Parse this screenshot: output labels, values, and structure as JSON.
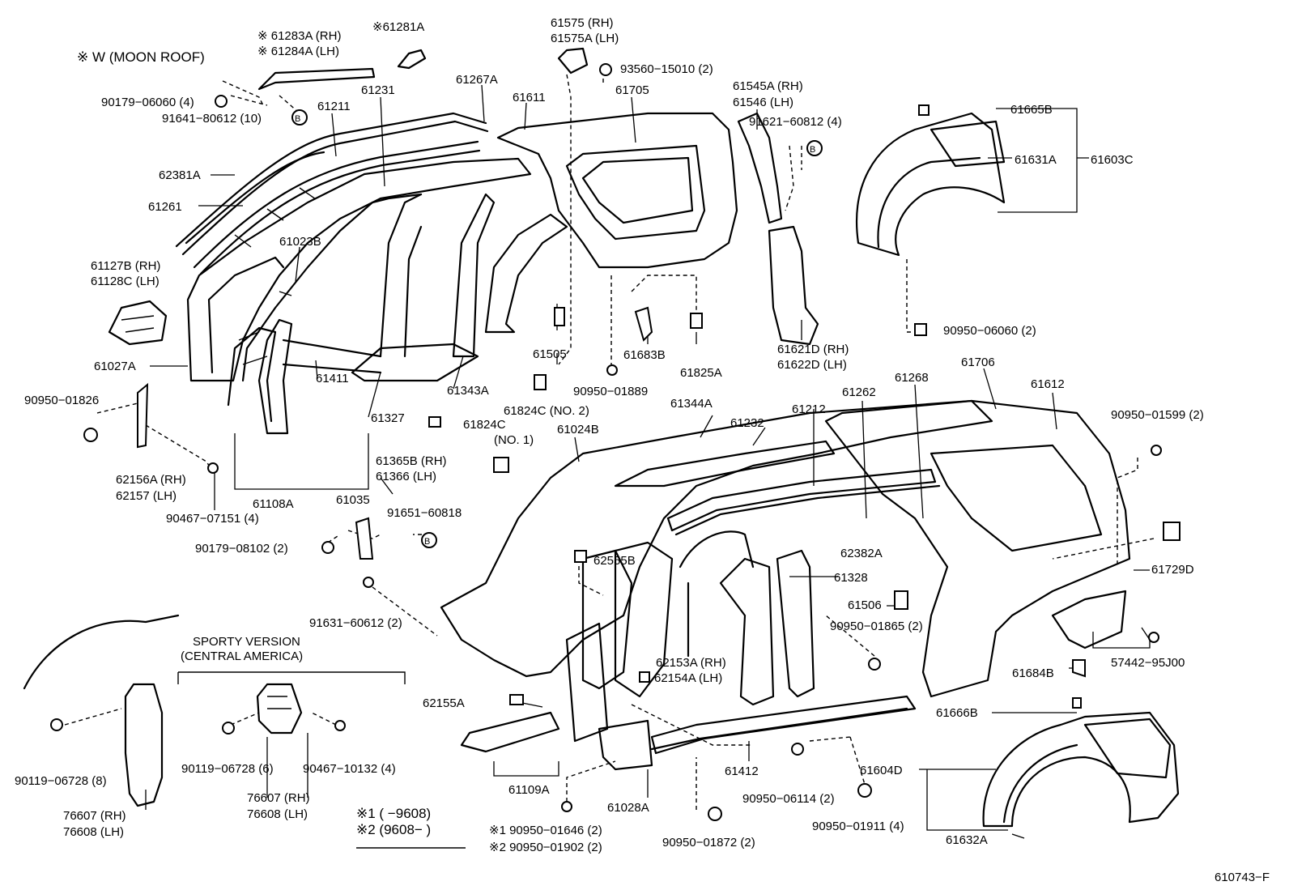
{
  "callouts": [
    {
      "id": "w_moon_roof",
      "text": "※ W (MOON ROOF)"
    },
    {
      "id": "p61283a",
      "text": "※ 61283A (RH)"
    },
    {
      "id": "p61284a",
      "text": "※ 61284A (LH)"
    },
    {
      "id": "p61281a",
      "text": "※61281A"
    },
    {
      "id": "p61575",
      "text": "61575  (RH)"
    },
    {
      "id": "p61575a",
      "text": "61575A (LH)"
    },
    {
      "id": "p93560",
      "text": "93560−15010 (2)"
    },
    {
      "id": "p90179_06060",
      "text": "90179−06060 (4)"
    },
    {
      "id": "p91641",
      "text": "91641−80612 (10)"
    },
    {
      "id": "p61211",
      "text": "61211"
    },
    {
      "id": "p61231",
      "text": "61231"
    },
    {
      "id": "p61267a",
      "text": "61267A"
    },
    {
      "id": "p61611",
      "text": "61611"
    },
    {
      "id": "p61705",
      "text": "61705"
    },
    {
      "id": "p61545a",
      "text": "61545A (RH)"
    },
    {
      "id": "p61546",
      "text": "61546   (LH)"
    },
    {
      "id": "p91621",
      "text": "91621−60812 (4)"
    },
    {
      "id": "p61665b",
      "text": "61665B"
    },
    {
      "id": "p61631a",
      "text": "61631A"
    },
    {
      "id": "p61603c",
      "text": "61603C"
    },
    {
      "id": "p62381a",
      "text": "62381A"
    },
    {
      "id": "p61261",
      "text": "61261"
    },
    {
      "id": "p61023b",
      "text": "61023B"
    },
    {
      "id": "p61127b",
      "text": "61127B (RH)"
    },
    {
      "id": "p61128c",
      "text": "61128C (LH)"
    },
    {
      "id": "p61027a",
      "text": "61027A"
    },
    {
      "id": "p90950_01826",
      "text": "90950−01826"
    },
    {
      "id": "p61411",
      "text": "61411"
    },
    {
      "id": "p61327",
      "text": "61327"
    },
    {
      "id": "p61343a",
      "text": "61343A"
    },
    {
      "id": "p61505",
      "text": "61505"
    },
    {
      "id": "p61683b",
      "text": "61683B"
    },
    {
      "id": "p61825a",
      "text": "61825A"
    },
    {
      "id": "p61621d",
      "text": "61621D (RH)"
    },
    {
      "id": "p61622d",
      "text": "61622D (LH)"
    },
    {
      "id": "p90950_06060",
      "text": "90950−06060 (2)"
    },
    {
      "id": "p90950_01889",
      "text": "90950−01889"
    },
    {
      "id": "p61824c_no2",
      "text": "61824C (NO. 2)"
    },
    {
      "id": "p61824c_no1",
      "text": "61824C"
    },
    {
      "id": "p61824c_no1b",
      "text": "(NO. 1)"
    },
    {
      "id": "p62156a",
      "text": "62156A (RH)"
    },
    {
      "id": "p62157",
      "text": "62157   (LH)"
    },
    {
      "id": "p61108a",
      "text": "61108A"
    },
    {
      "id": "p90467_07151",
      "text": "90467−07151 (4)"
    },
    {
      "id": "p61365b",
      "text": "61365B (RH)"
    },
    {
      "id": "p61366",
      "text": "61366   (LH)"
    },
    {
      "id": "p61035",
      "text": "61035"
    },
    {
      "id": "p91651",
      "text": "91651−60818"
    },
    {
      "id": "p90179_08102",
      "text": "90179−08102 (2)"
    },
    {
      "id": "p61024b",
      "text": "61024B"
    },
    {
      "id": "p61344a",
      "text": "61344A"
    },
    {
      "id": "p61232",
      "text": "61232"
    },
    {
      "id": "p61212",
      "text": "61212"
    },
    {
      "id": "p61262",
      "text": "61262"
    },
    {
      "id": "p61268",
      "text": "61268"
    },
    {
      "id": "p61706",
      "text": "61706"
    },
    {
      "id": "p61612",
      "text": "61612"
    },
    {
      "id": "p90950_01599",
      "text": "90950−01599 (2)"
    },
    {
      "id": "p62555b",
      "text": "62555B"
    },
    {
      "id": "p62382a",
      "text": "62382A"
    },
    {
      "id": "p61328",
      "text": "61328"
    },
    {
      "id": "p61729d",
      "text": "61729D"
    },
    {
      "id": "p91631",
      "text": "91631−60612 (2)"
    },
    {
      "id": "p61506",
      "text": "61506"
    },
    {
      "id": "p90950_01865",
      "text": "90950−01865 (2)"
    },
    {
      "id": "p57442",
      "text": "57442−95J00"
    },
    {
      "id": "p62153a",
      "text": "62153A (RH)"
    },
    {
      "id": "p62154a",
      "text": "62154A (LH)"
    },
    {
      "id": "p61684b",
      "text": "61684B"
    },
    {
      "id": "p62155a",
      "text": "62155A"
    },
    {
      "id": "p61666b",
      "text": "61666B"
    },
    {
      "id": "p61604d",
      "text": "61604D"
    },
    {
      "id": "p61109a",
      "text": "61109A"
    },
    {
      "id": "p61028a",
      "text": "61028A"
    },
    {
      "id": "p61412",
      "text": "61412"
    },
    {
      "id": "p90950_06114",
      "text": "90950−06114 (2)"
    },
    {
      "id": "p90950_01911",
      "text": "90950−01911 (4)"
    },
    {
      "id": "p61632a",
      "text": "61632A"
    },
    {
      "id": "p90119_left",
      "text": "90119−06728 (8)"
    },
    {
      "id": "p76607_left",
      "text": "76607 (RH)"
    },
    {
      "id": "p76608_left",
      "text": "76608 (LH)"
    },
    {
      "id": "p90119_mid",
      "text": "90119−06728 (6)"
    },
    {
      "id": "p90467_10132",
      "text": "90467−10132 (4)"
    },
    {
      "id": "p76607_mid",
      "text": "76607 (RH)"
    },
    {
      "id": "p76608_mid",
      "text": "76608 (LH)"
    },
    {
      "id": "sporty1",
      "text": "SPORTY VERSION"
    },
    {
      "id": "sporty2",
      "text": "(CENTRAL AMERICA)"
    },
    {
      "id": "note1",
      "text": "※1 (      −9608)"
    },
    {
      "id": "note2",
      "text": "※2 (9608−        )"
    },
    {
      "id": "p90950_01646",
      "text": "※1 90950−01646 (2)"
    },
    {
      "id": "p90950_01902",
      "text": "※2 90950−01902 (2)"
    },
    {
      "id": "p90950_01872",
      "text": "90950−01872 (2)"
    },
    {
      "id": "diagram_code",
      "text": "610743−F"
    }
  ],
  "icons": [
    "bolt-icon",
    "nut-icon",
    "clip-icon",
    "circled-b-icon",
    "grommet-icon"
  ]
}
